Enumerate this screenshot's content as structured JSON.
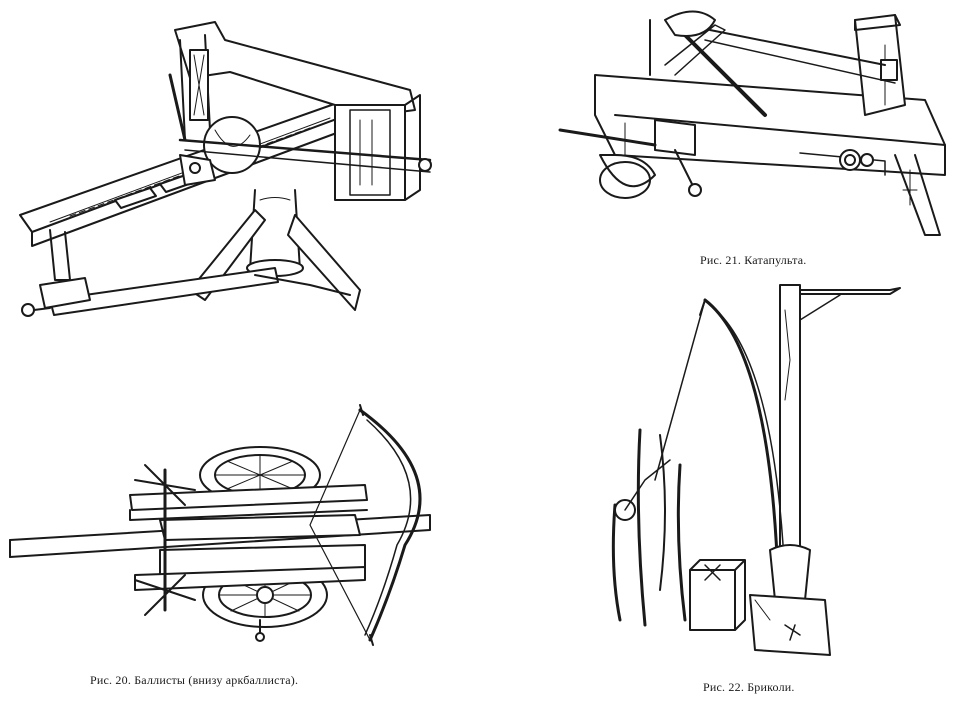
{
  "figures": [
    {
      "id": "fig20",
      "caption": "Рис. 20. Баллисты (внизу аркбаллиста)."
    },
    {
      "id": "fig21",
      "caption": "Рис. 21. Катапульта."
    },
    {
      "id": "fig22",
      "caption": "Рис. 22. Бриколи."
    }
  ],
  "colors": {
    "ink": "#1a1a1a",
    "paper": "#ffffff"
  }
}
